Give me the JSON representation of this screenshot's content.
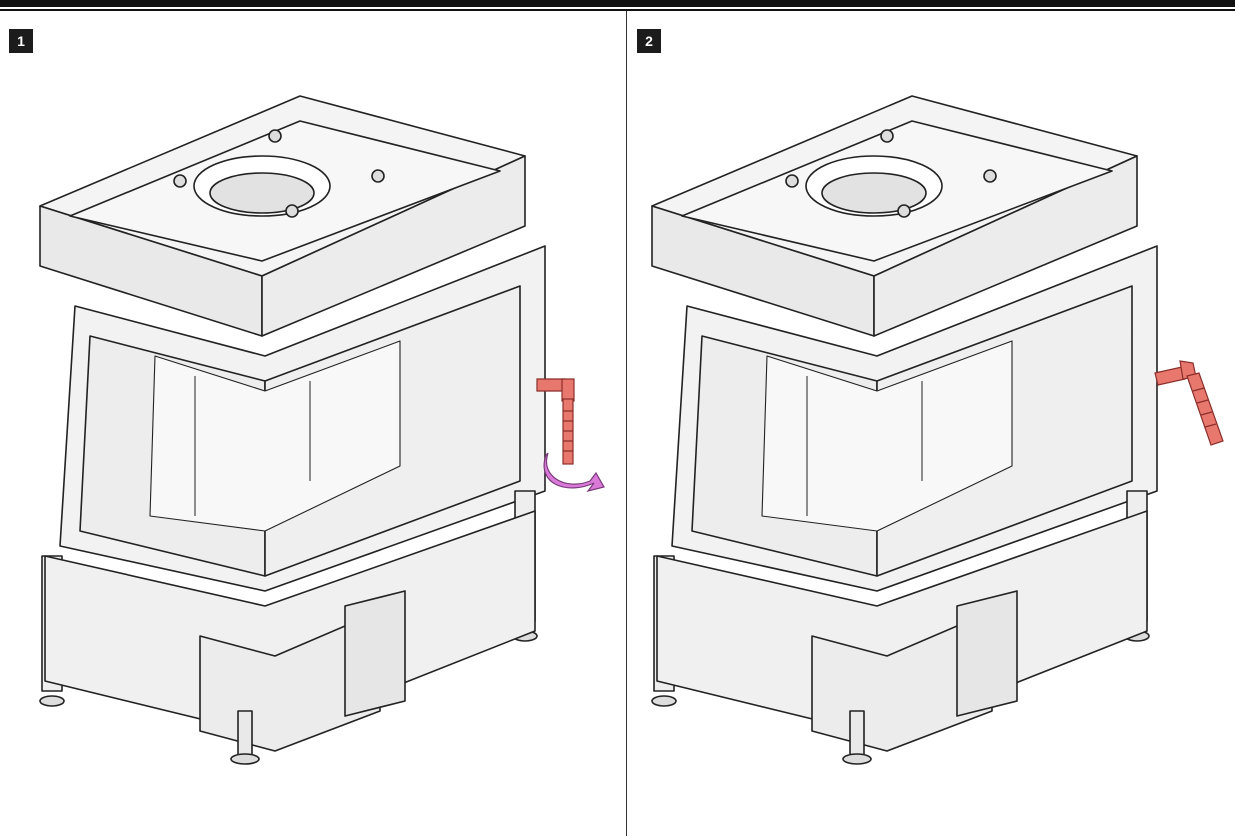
{
  "steps": [
    {
      "number": "1",
      "handle_state": "closed",
      "shows_rotation_arrow": true
    },
    {
      "number": "2",
      "handle_state": "open",
      "shows_rotation_arrow": false
    }
  ],
  "colors": {
    "handle": "#e8776e",
    "arrow": "#d97ad9",
    "line": "#222222",
    "fill_light": "#f4f4f4",
    "fill_mid": "#e6e6e6",
    "glass": "#efefef"
  }
}
